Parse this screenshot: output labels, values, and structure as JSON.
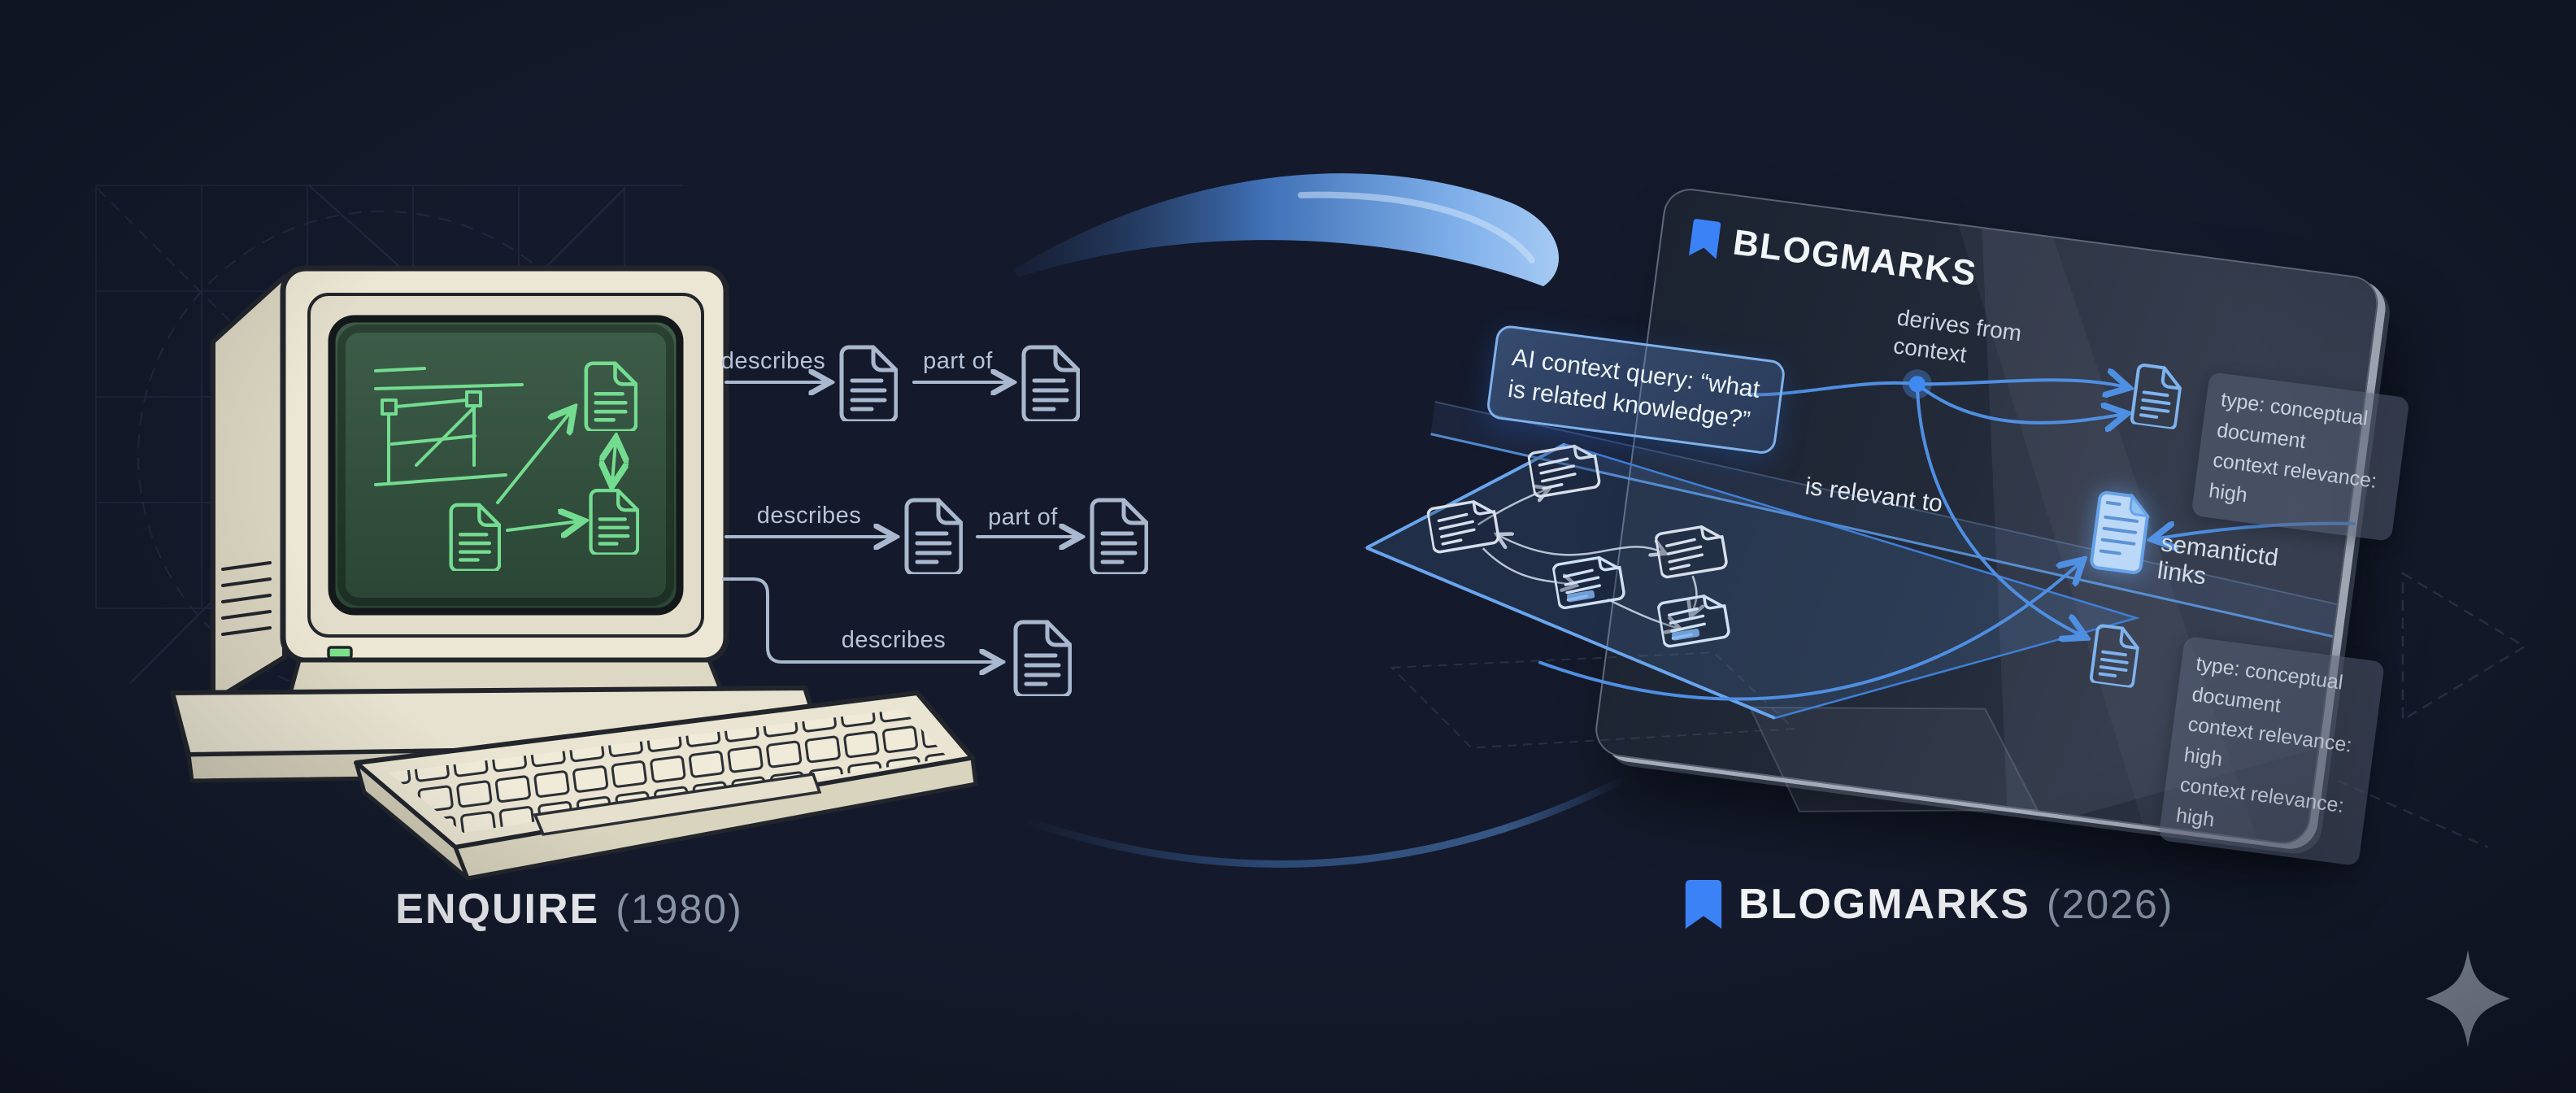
{
  "left_panel": {
    "title": "ENQUIRE",
    "year": "(1980)",
    "rel_r1a": "describes",
    "rel_r1b": "part of",
    "rel_r2a": "describes",
    "rel_r2b": "part of",
    "rel_r3a": "describes"
  },
  "right_panel": {
    "app_title": "BLOGMARKS",
    "query_text": "AI context query: “what is related knowledge?”",
    "derives_label": "derives from context",
    "relevant_label": "is relevant to",
    "semantic_label": "semantictd links",
    "card_top_line1": "type: conceptual document",
    "card_top_line2": "context relevance: high",
    "card_bottom_line1": "type: conceptual document",
    "card_bottom_line2": "context relevance: high",
    "card_bottom_line3": "context relevance: high",
    "title": "BLOGMARKS",
    "year": "(2026)"
  },
  "colors": {
    "background": "#141a2b",
    "accent_blue": "#3b82f6",
    "crt_green": "#74dc90",
    "computer_beige": "#eae5d2"
  }
}
